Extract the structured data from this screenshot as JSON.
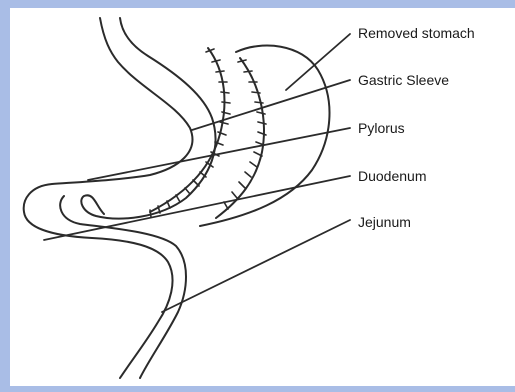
{
  "diagram": {
    "labels": [
      {
        "id": "removed-stomach",
        "text": "Removed stomach"
      },
      {
        "id": "gastric-sleeve",
        "text": "Gastric Sleeve"
      },
      {
        "id": "pylorus",
        "text": "Pylorus"
      },
      {
        "id": "duodenum",
        "text": "Duodenum"
      },
      {
        "id": "jejunum",
        "text": "Jejunum"
      }
    ],
    "colors": {
      "line": "#2b2b2b",
      "frame": "#a9bde6",
      "background": "#ffffff"
    }
  }
}
